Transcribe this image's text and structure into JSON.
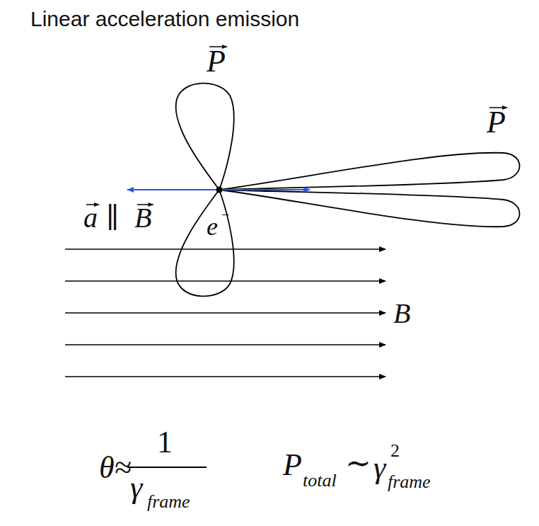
{
  "diagram": {
    "title": "Linear acceleration emission",
    "labels": [
      "P",
      "P",
      "a",
      "∥",
      "B",
      "e",
      "−",
      "B",
      "θ≈",
      "1",
      "γ",
      "frame",
      "P",
      "total",
      "∼",
      "γ",
      "2",
      "frame"
    ]
  }
}
